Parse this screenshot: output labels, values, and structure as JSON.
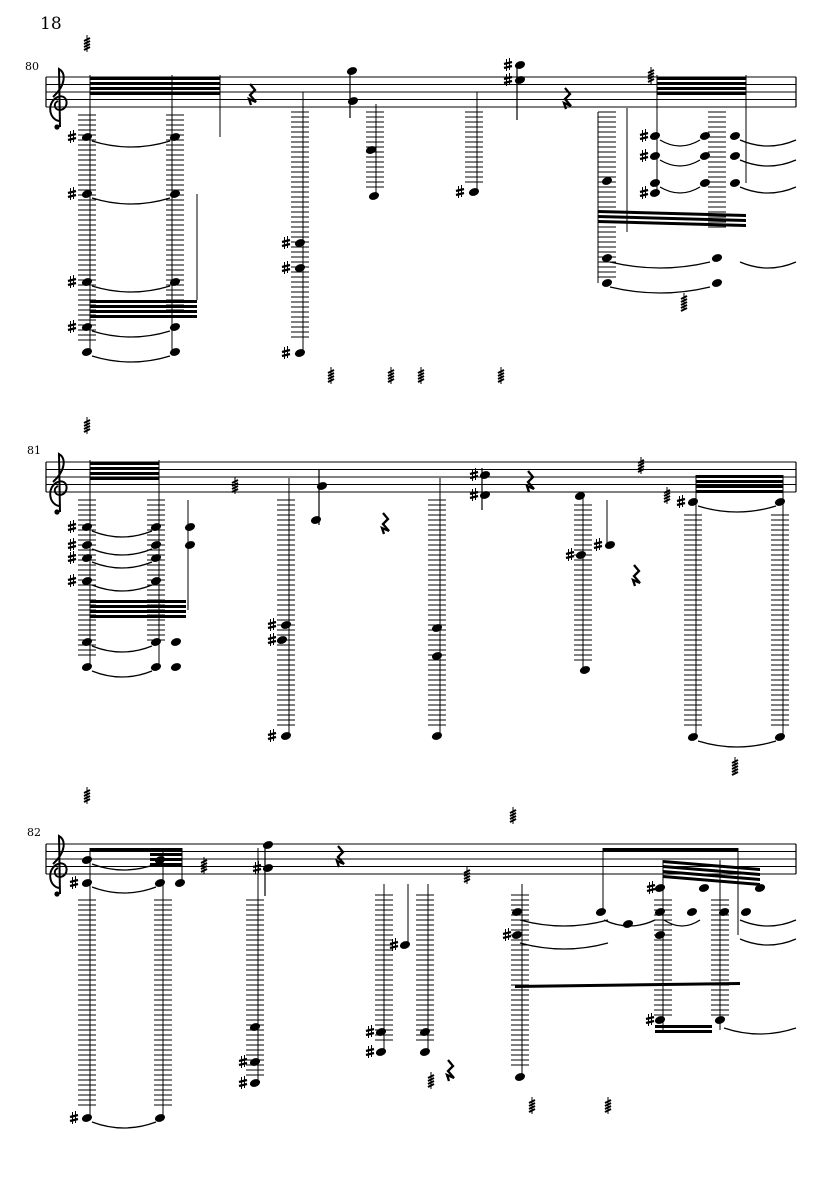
{
  "page": {
    "number": "18"
  },
  "systems": [
    {
      "measure_number": "80",
      "clef": "treble"
    },
    {
      "measure_number": "81",
      "clef": "treble"
    },
    {
      "measure_number": "82",
      "clef": "treble"
    }
  ],
  "colors": {
    "ink": "#000000",
    "paper": "#ffffff"
  }
}
